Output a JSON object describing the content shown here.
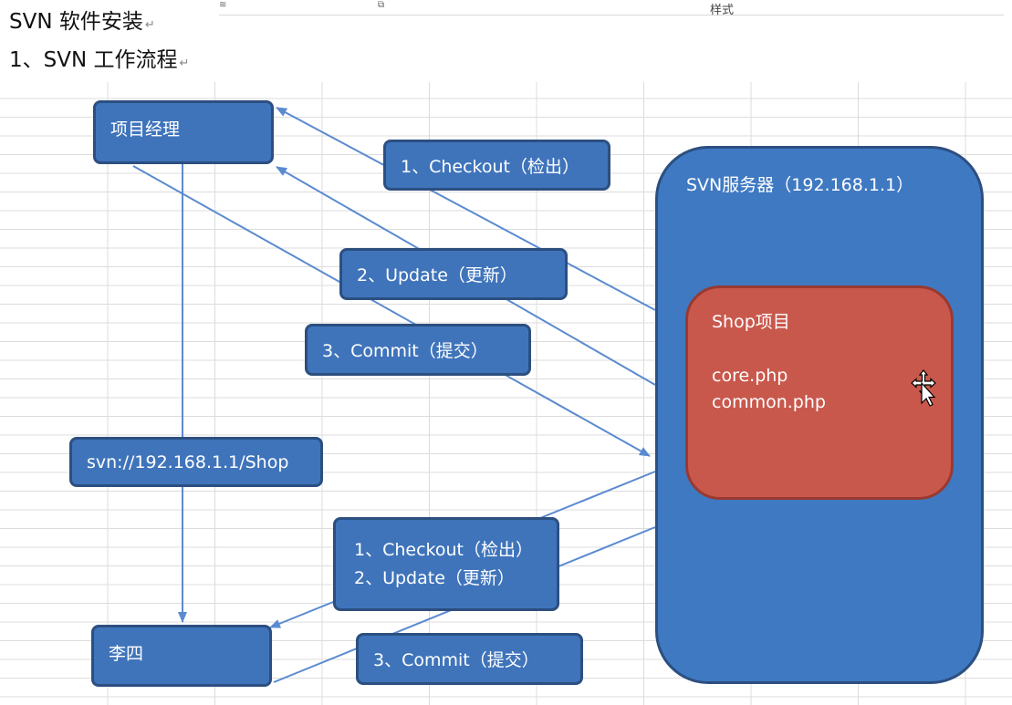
{
  "doc": {
    "title": "SVN 软件安装",
    "section": "1、SVN 工作流程",
    "return_mark": "↵",
    "ribbon_style": "样式"
  },
  "diagram": {
    "manager": "项目经理",
    "lisi": "李四",
    "url": "svn://192.168.1.1/Shop",
    "server_title": "SVN服务器（192.168.1.1）",
    "project_title": "Shop项目",
    "files": [
      "core.php",
      "common.php"
    ],
    "steps_top": [
      "1、Checkout（检出）",
      "2、Update（更新）",
      "3、Commit（提交）"
    ],
    "steps_bottom": [
      "1、Checkout（检出）",
      "2、Update（更新）"
    ],
    "commit_bottom": "3、Commit（提交）"
  },
  "colors": {
    "box_blue": "#3f74bb",
    "server_blue": "#3f79c2",
    "project_red": "#c9584c",
    "arrow": "#5b8ad0"
  }
}
